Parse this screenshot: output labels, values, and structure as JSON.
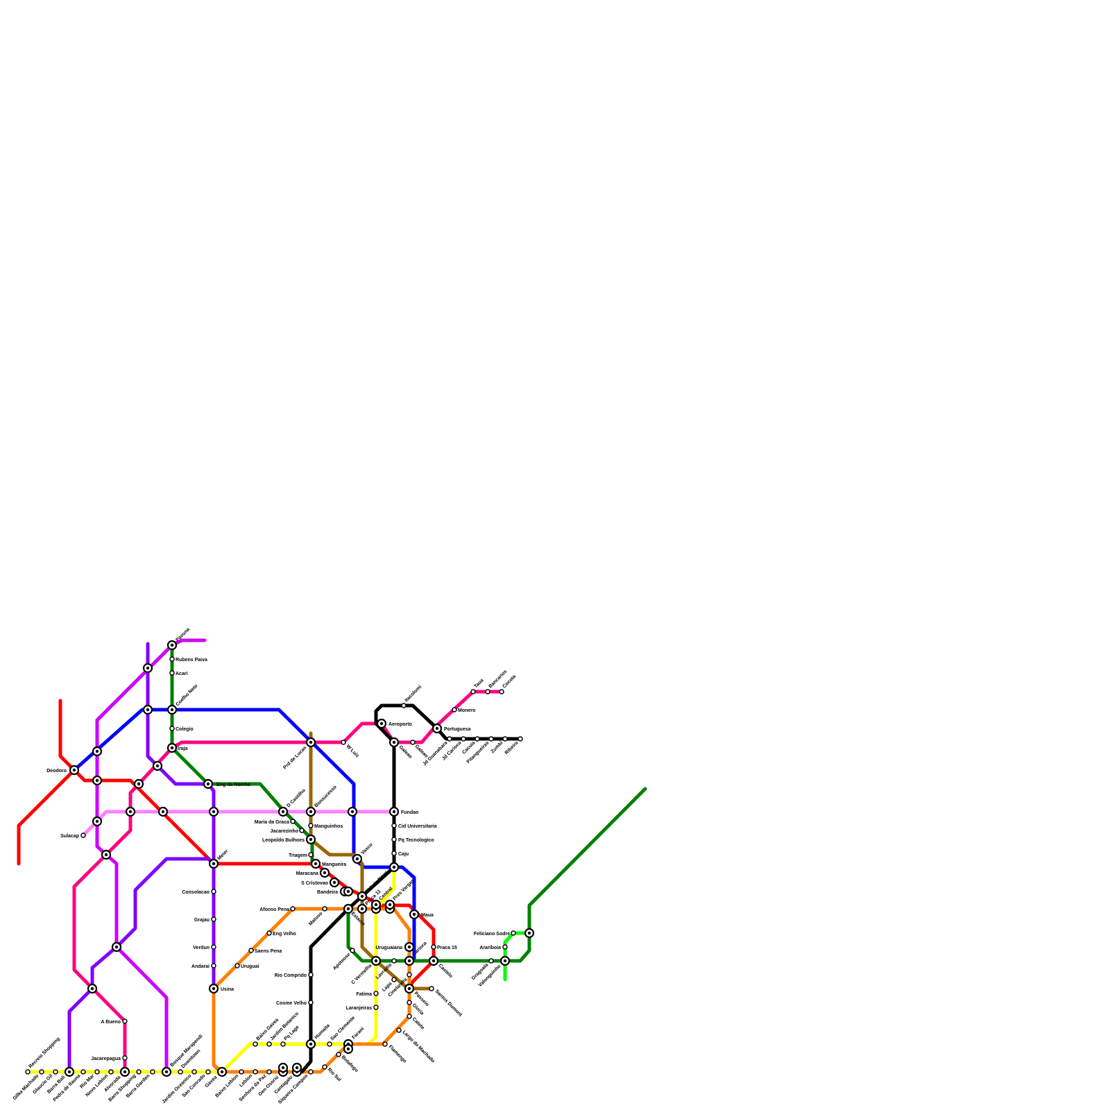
{
  "map": {
    "lines": [
      {
        "id": "red",
        "color": "#ff0000"
      },
      {
        "id": "blue",
        "color": "#0000ff"
      },
      {
        "id": "green",
        "color": "#008000"
      },
      {
        "id": "purple",
        "color": "#8000ff"
      },
      {
        "id": "magenta",
        "color": "#cc00ff"
      },
      {
        "id": "pink",
        "color": "#ff0080"
      },
      {
        "id": "lightpink",
        "color": "#ff80ff"
      },
      {
        "id": "yellow",
        "color": "#ffff00"
      },
      {
        "id": "orange",
        "color": "#ff8000"
      },
      {
        "id": "brown",
        "color": "#996600"
      },
      {
        "id": "black",
        "color": "#000000"
      },
      {
        "id": "lime",
        "color": "#00ff00"
      }
    ],
    "stations": {
      "deodoro": "Deodoro",
      "sulacap": "Sulacap",
      "pavuna": "Pavuna",
      "rubens_paiva": "Rubens Paiva",
      "acari": "Acari",
      "coelho_neto": "Coelho Neto",
      "colegio": "Colegio",
      "iraja": "Iraja",
      "eng_da_rainha": "Eng da Rainha",
      "meier": "Meier",
      "consolacao": "Consolacao",
      "grajau": "Grajau",
      "verdun": "Verdun",
      "andarai": "Andarai",
      "usina": "Usina",
      "prd_de_lucas": "Prd de Lucas",
      "w_luiz": "W Luiz",
      "d_castilho": "D Castilho",
      "maria_da_graca": "Maria da Graca",
      "jacarezinho": "Jacarezinho",
      "leopoldo_bulhoes": "Leopoldo Bulhoes",
      "triagem": "Triagem",
      "bonsucesso": "Bonsucesso",
      "manguinhos": "Manguinhos",
      "mangueira": "Mangueira",
      "maracana": "Maracana",
      "s_cristovao": "S Cristovao",
      "bandeira": "Bandeira",
      "vasco": "Vasco",
      "fundao": "Fundao",
      "cid_universitaria": "Cid Universitaria",
      "pq_tecnologico": "Pq Tecnologico",
      "caju": "Caju",
      "galeao": "Galeao",
      "aeroporto": "Aeroporto",
      "itacolomi": "Itacolomi",
      "portuguesa": "Portuguesa",
      "monero": "Monero",
      "taua": "Taua",
      "bancarios": "Bancarios",
      "cocota": "Cocota",
      "jd_guanabara": "Jd Guanabara",
      "jd_carioca": "Jd Carioca",
      "cacuia": "Cacuia",
      "pitangueiras": "Pitangueiras",
      "zumbi": "Zumbi",
      "ribeira": "Ribeira",
      "cidade_nova": "Cidade Nova",
      "praca_11": "Praca 11",
      "central": "Central",
      "pres_vargas": "Pres Vargas",
      "maua": "Maua",
      "praca_15": "Praca 15",
      "uruguaiana": "Uruguaiana",
      "carioca": "Carioca",
      "castelo": "Castelo",
      "estacio": "Estacio",
      "afonso_pena": "Afonso Pena",
      "matoso": "Matoso",
      "eng_velho": "Eng Velho",
      "saens_pena": "Saens Pena",
      "uruguai": "Uruguai",
      "apoteose": "Apoteose",
      "c_vermelha": "C Vermelha",
      "lavradio": "Lavradio",
      "lapa": "Lapa",
      "cinelandia": "Cinelandia",
      "passeio": "Passeio",
      "santos_dumont": "Santos Dumont",
      "gloria": "Gloria",
      "catete": "Catete",
      "largo_do_machado": "Largo do Machado",
      "flamengo": "Flamengo",
      "fatima": "Fatima",
      "laranjeiras": "Laranjeiras",
      "rio_comprido": "Rio Comprido",
      "cosme_velho": "Cosme Velho",
      "humaita": "Humaita",
      "sao_clemente": "Sao Clemente",
      "farani": "Farani",
      "botafogo": "Botafogo",
      "rio_sul": "Rio Sul",
      "siqueira_campos": "Siqueira Campos",
      "cantagalo": "Cantagalo",
      "gen_osorio": "Gen Osorio",
      "senhora_da_paz": "Senhora da Paz",
      "leblon": "Leblon",
      "baixo_leblon": "Baixo Leblon",
      "gavea": "Gavea",
      "baixo_gavea": "Baixo Gavea",
      "jardim_botanico": "Jardim Botanico",
      "pq_lage": "Pq Lage",
      "sao_conrado": "Sao Conrado",
      "jardim_oceanico": "Jardim Oceanico",
      "downtown": "Downtown",
      "bosque_marapendi": "Bosque Marapendi",
      "barra_garden": "Barra Garden",
      "barra_shopping": "Barra Shopping",
      "alvorada": "Alvorada",
      "novo_leblon": "Novo Leblon",
      "rio_mar": "Rio Mar",
      "pedra_de_itauna": "Pedra de Itauna",
      "barra_bali": "Barra Bali",
      "glaucio_gil": "Glaucio Gil",
      "gilka_machado": "Gilka Machado",
      "recreio_shopping": "Recreio Shopping",
      "a_bueno": "A Bueno",
      "jacarepagua": "Jacarepagua",
      "feliciano_sodre": "Feliciano Sodre",
      "arariboia": "Arariboia",
      "gragoata": "Gragoata",
      "valonguinho": "Valonguinho"
    }
  }
}
